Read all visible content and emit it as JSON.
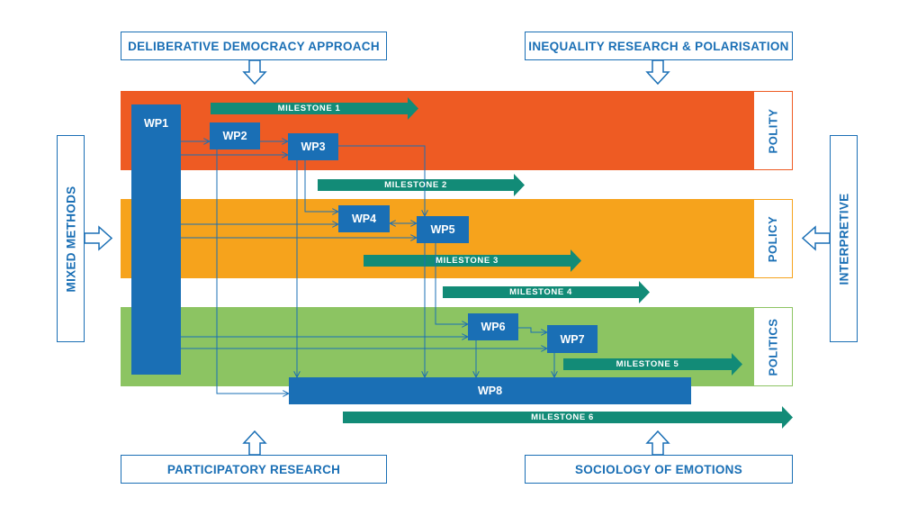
{
  "colors": {
    "polity": "#ee5b23",
    "policy": "#f6a31c",
    "politics": "#8cc462",
    "wp_blue": "#1a6fb5",
    "milestone_teal": "#128b77",
    "connector": "#1a6fb5"
  },
  "bands": {
    "polity": "POLITY",
    "policy": "POLICY",
    "politics": "POLITICS"
  },
  "frames": {
    "deliberative": "DELIBERATIVE DEMOCRACY APPROACH",
    "inequality": "INEQUALITY RESEARCH & POLARISATION",
    "participatory": "PARTICIPATORY RESEARCH",
    "sociology": "SOCIOLOGY OF EMOTIONS",
    "mixed_methods": "MIXED METHODS",
    "interpretive": "INTERPRETIVE"
  },
  "work_packages": {
    "wp1": "WP1",
    "wp2": "WP2",
    "wp3": "WP3",
    "wp4": "WP4",
    "wp5": "WP5",
    "wp6": "WP6",
    "wp7": "WP7",
    "wp8": "WP8"
  },
  "milestones": {
    "m1": "MILESTONE 1",
    "m2": "MILESTONE 2",
    "m3": "MILESTONE 3",
    "m4": "MILESTONE 4",
    "m5": "MILESTONE 5",
    "m6": "MILESTONE 6"
  }
}
